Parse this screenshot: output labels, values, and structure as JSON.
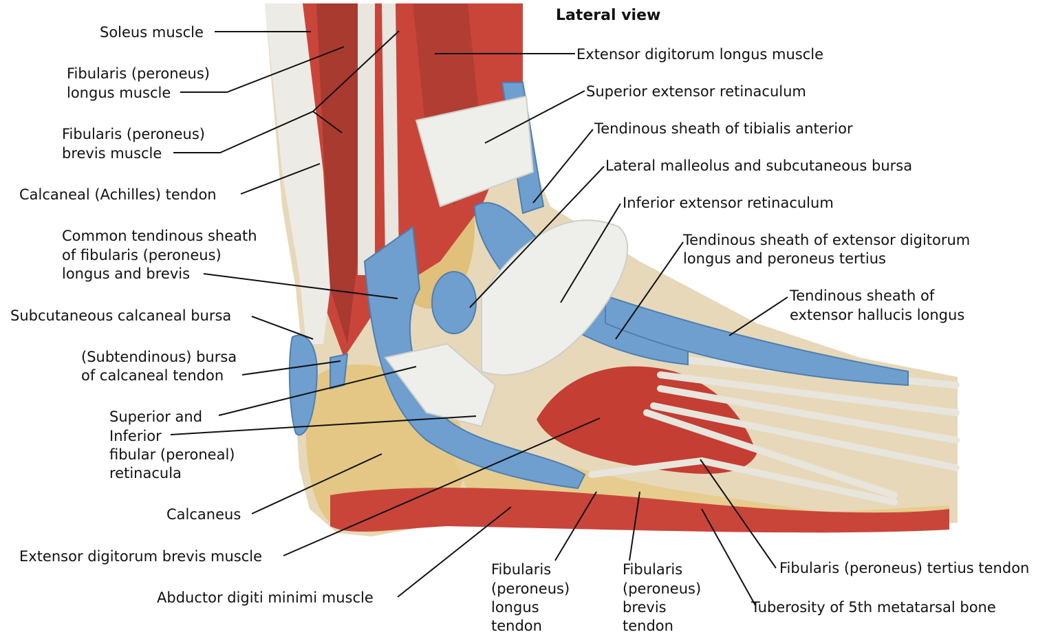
{
  "title": "Lateral view",
  "colors": {
    "muscle": "#c9453a",
    "muscle_dark": "#9e2b25",
    "tendon": "#e6e3dc",
    "sheath": "#6f9fcf",
    "bone": "#e4c784",
    "leader": "#111111",
    "background": "#ffffff"
  },
  "labels": {
    "soleus": "Soleus muscle",
    "fibularis_longus_muscle": [
      "Fibularis (peroneus)",
      "longus muscle"
    ],
    "fibularis_brevis_muscle": [
      "Fibularis (peroneus)",
      "brevis muscle"
    ],
    "achilles": "Calcaneal (Achilles) tendon",
    "common_sheath": [
      "Common tendinous sheath",
      "of fibularis (peroneus)",
      "longus and brevis"
    ],
    "subcut_calc_bursa": "Subcutaneous calcaneal bursa",
    "subtendinous_bursa": [
      "(Subtendinous) bursa",
      "of calcaneal tendon"
    ],
    "fibular_retinacula": [
      "Superior and",
      "Inferior",
      "fibular (peroneal)",
      "retinacula"
    ],
    "calcaneus": "Calcaneus",
    "edb_muscle": "Extensor digitorum brevis muscle",
    "adm_muscle": "Abductor digiti minimi muscle",
    "fl_tendon": [
      "Fibularis",
      "(peroneus)",
      "longus",
      "tendon"
    ],
    "fb_tendon": [
      "Fibularis",
      "(peroneus)",
      "brevis",
      "tendon"
    ],
    "tuberosity": "Tuberosity of 5th metatarsal bone",
    "tertius_tendon": "Fibularis (peroneus) tertius tendon",
    "ehl_sheath": [
      "Tendinous sheath of",
      "extensor hallucis longus"
    ],
    "edl_sheath": [
      "Tendinous sheath of extensor digitorum",
      "longus and peroneus tertius"
    ],
    "inf_ext_ret": "Inferior extensor retinaculum",
    "lat_malleolus": "Lateral malleolus and subcutaneous bursa",
    "ta_sheath": "Tendinous sheath of tibialis anterior",
    "sup_ext_ret": "Superior extensor retinaculum",
    "edl_muscle": "Extensor digitorum longus muscle"
  }
}
